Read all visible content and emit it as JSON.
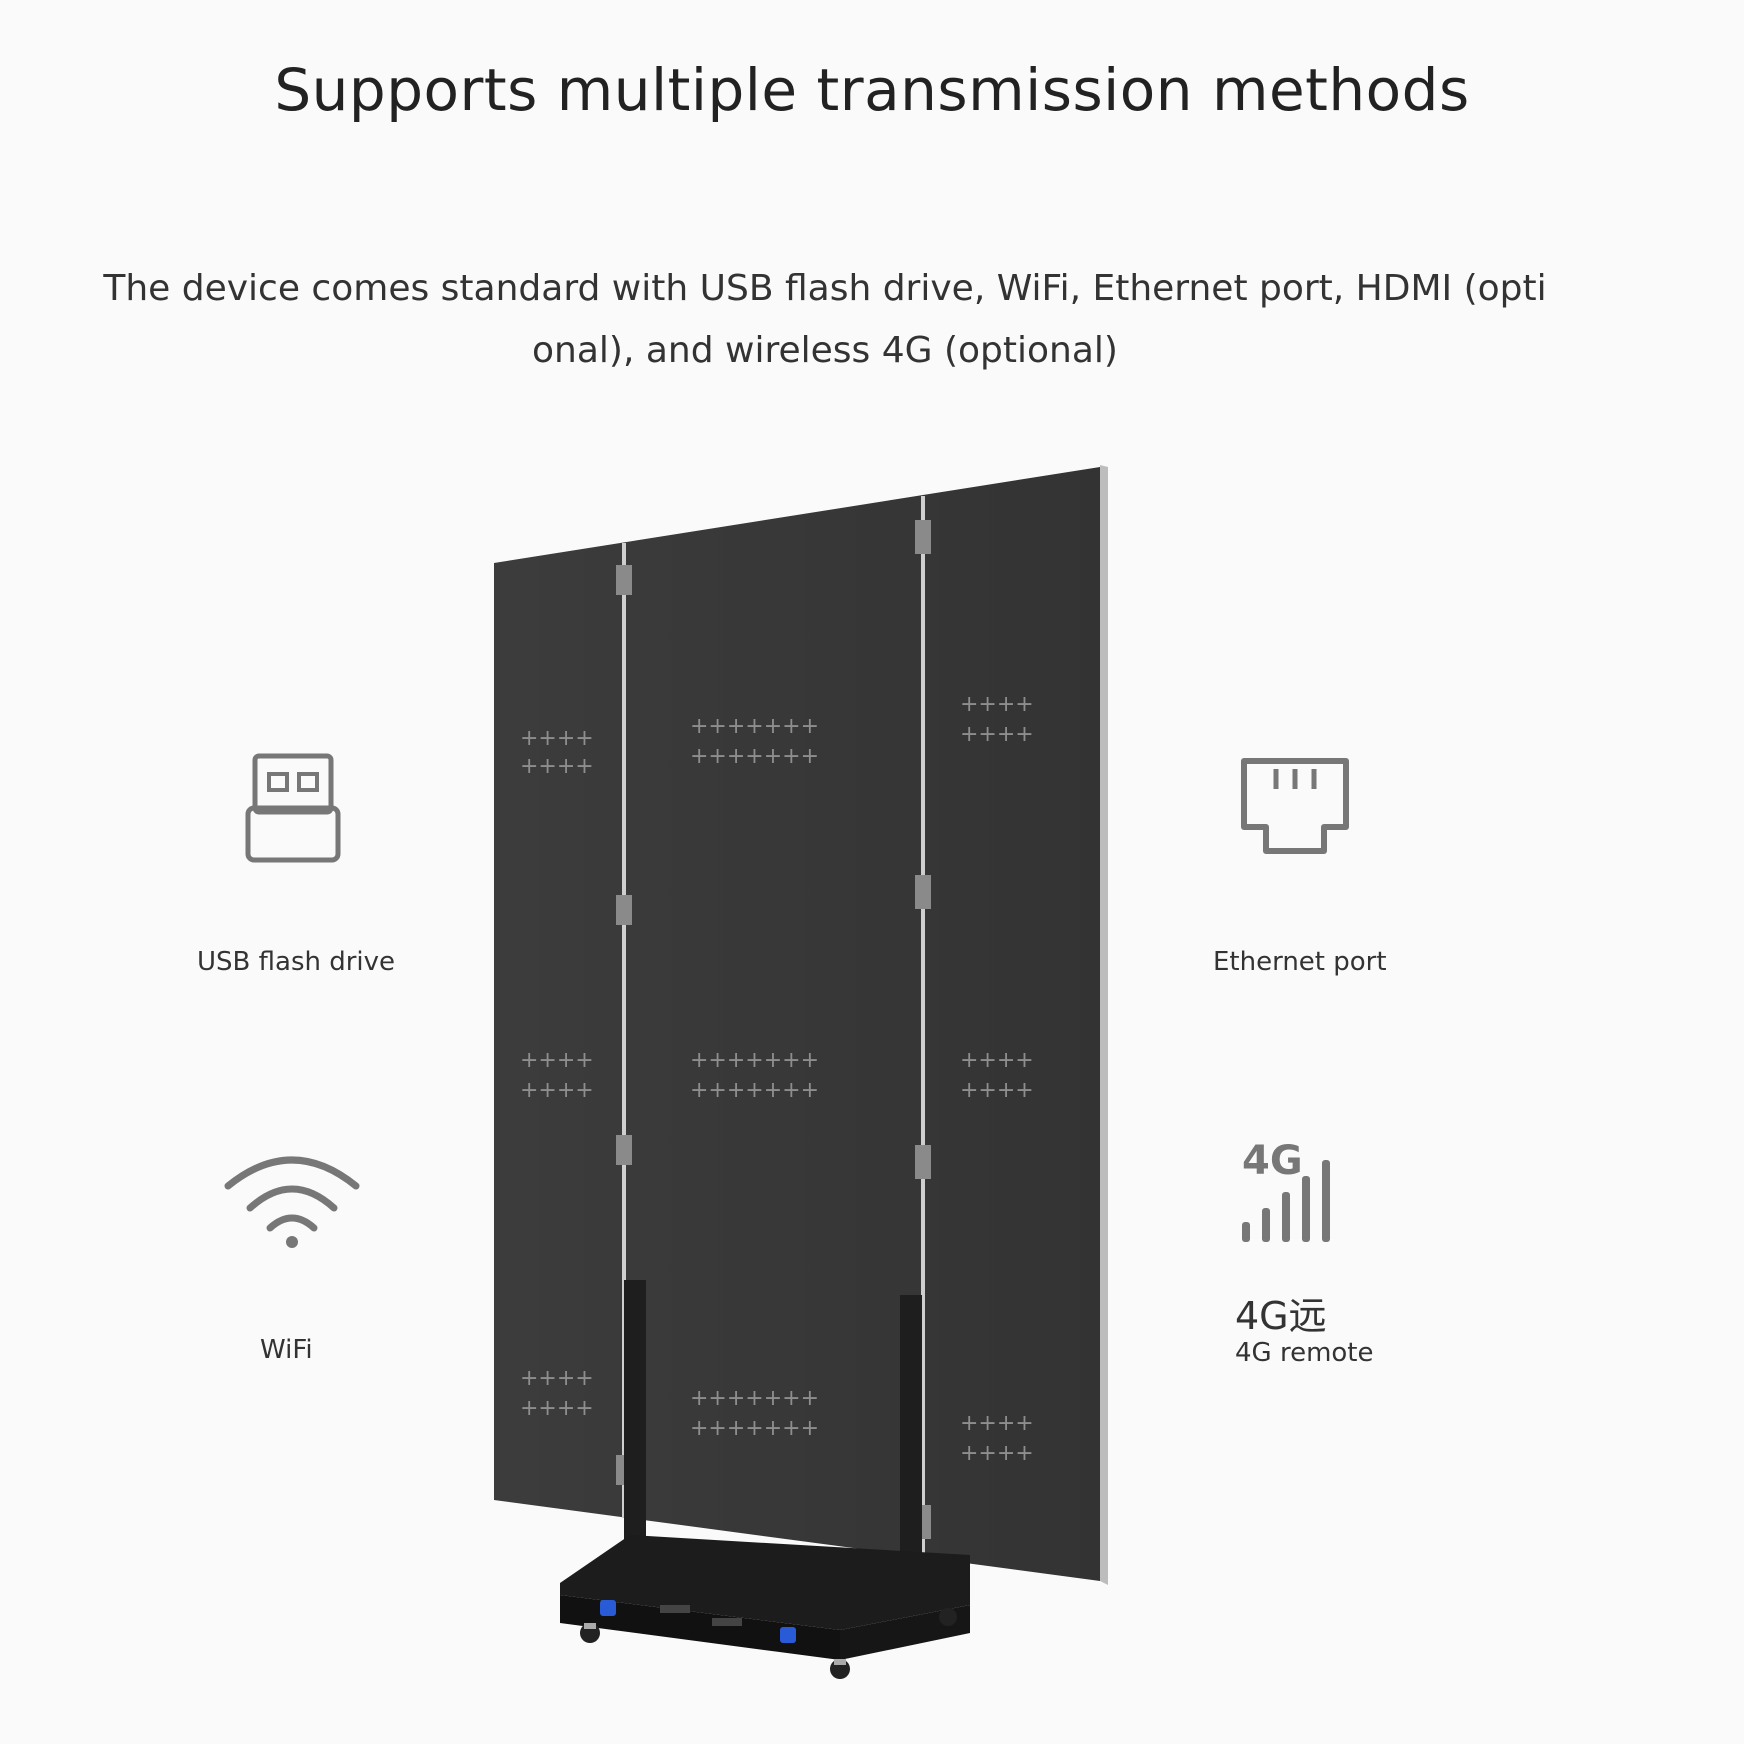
{
  "headline": "Supports multiple transmission methods",
  "description": {
    "line1": "The device comes standard with USB flash drive, WiFi, Ethernet port, HDMI (opti",
    "line2": "onal), and wireless 4G (optional)"
  },
  "features": {
    "usb": {
      "label": "USB flash drive",
      "icon": "usb-icon"
    },
    "wifi": {
      "label": "WiFi",
      "icon": "wifi-icon"
    },
    "ethernet": {
      "label": "Ethernet port",
      "icon": "ethernet-icon"
    },
    "g4": {
      "icon_text": "4G",
      "label": "4G远",
      "sublabel": "4G remote",
      "icon": "signal-4g-icon"
    }
  },
  "colors": {
    "panel": "#3a3a3a",
    "frame": "#b8b8b8",
    "icon": "#777777",
    "accent_port": "#2a5bd7"
  }
}
